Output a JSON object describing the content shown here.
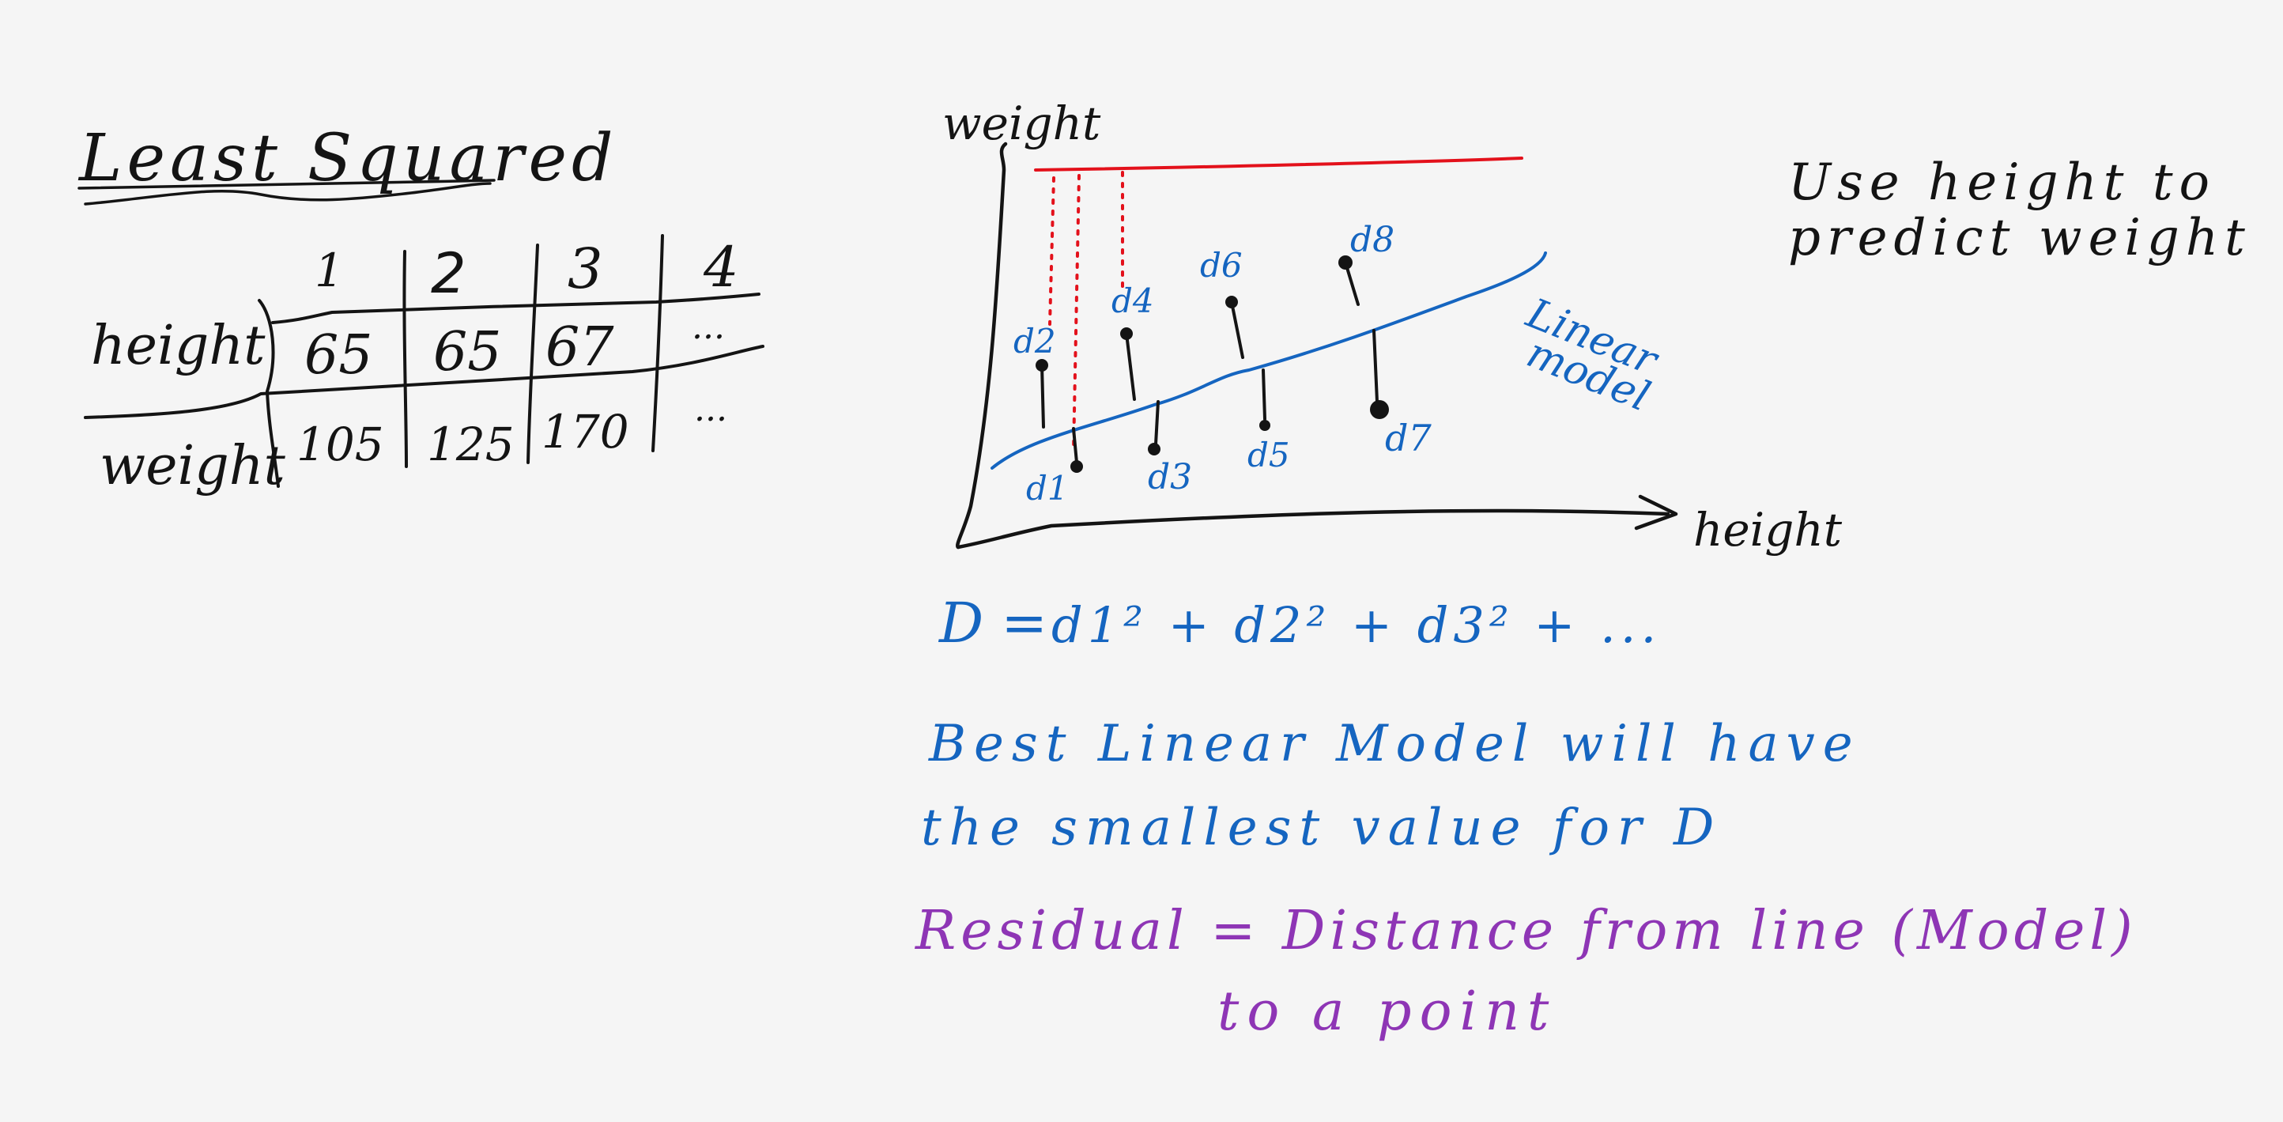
{
  "left": {
    "title": "Least Squared",
    "table": {
      "columns": [
        "1",
        "2",
        "3",
        "4"
      ],
      "rows": [
        {
          "label": "height",
          "values": [
            "65",
            "65",
            "67",
            "..."
          ]
        },
        {
          "label": "weight",
          "values": [
            "105",
            "125",
            "170",
            "..."
          ]
        }
      ]
    }
  },
  "plot": {
    "y_axis_label": "weight",
    "x_axis_label": "height",
    "model_label_line1": "Linear",
    "model_label_line2": "model",
    "residual_labels": [
      "d1",
      "d2",
      "d3",
      "d4",
      "d5",
      "d6",
      "d7",
      "d8"
    ]
  },
  "right_note": {
    "line1": "Use height to",
    "line2": "predict weight"
  },
  "formula": {
    "lhs": "D =",
    "rhs": "d1² + d2² + d3² + ..."
  },
  "statement": {
    "line1": "Best Linear Model will have",
    "line2": "the smallest value for D"
  },
  "definition": {
    "line1": "Residual = Distance from line (Model)",
    "line2": "to a point"
  },
  "colors": {
    "ink_black": "#141414",
    "ink_blue": "#1565c0",
    "ink_red": "#e3111b",
    "ink_purple": "#8e35b5",
    "background": "#f5f5f5"
  }
}
